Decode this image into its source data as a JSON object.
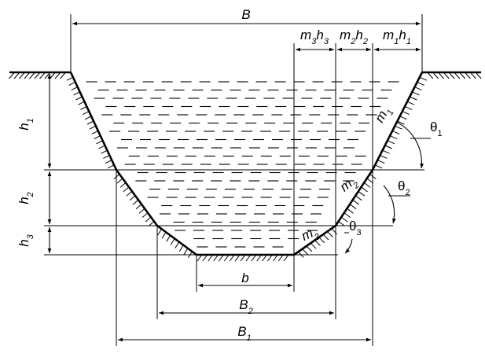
{
  "labels": {
    "B": "B",
    "B1": "B1",
    "B2": "B2",
    "b": "b",
    "h1": "h1",
    "h2": "h2",
    "h3": "h3",
    "m1": "m1",
    "m2": "m2",
    "m3": "m3",
    "theta1": "θ1",
    "theta2": "θ2",
    "theta3": "θ3",
    "m1h1": "m1h1",
    "m2h2": "m2h2",
    "m3h3": "m3h3"
  }
}
